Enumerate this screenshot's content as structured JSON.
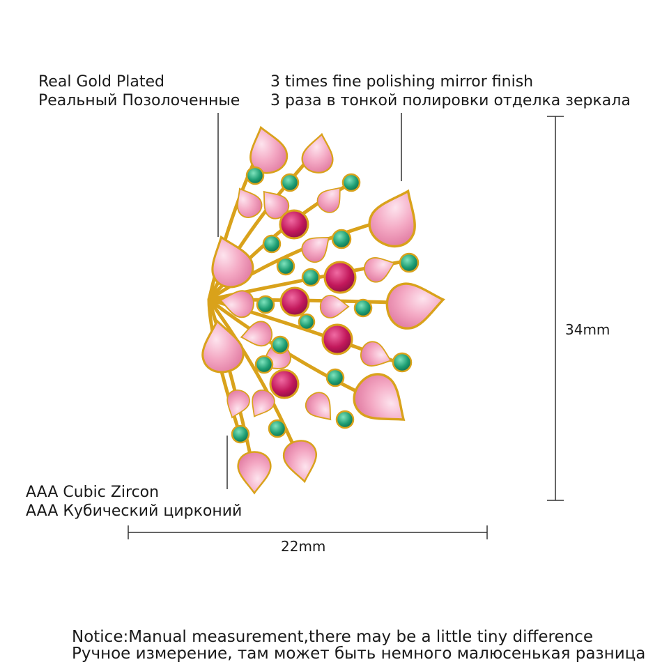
{
  "labels": {
    "gold_en": "Real Gold Plated",
    "gold_ru": "Реальный Позолоченные",
    "polish_en": "3 times fine polishing mirror finish",
    "polish_ru": "3 раза в тонкой полировки отделка зеркала",
    "zircon_en": "AAA Cubic Zircon",
    "zircon_ru": "AAA Кубический цирконий"
  },
  "dimensions": {
    "height": "34mm",
    "width": "22mm"
  },
  "notice": {
    "en": "Notice:Manual measurement,there may be a little tiny difference",
    "ru": "Ручное измерение, там может быть немного малюсенькая разница"
  },
  "colors": {
    "gold": "#d9a21b",
    "pink_stone": "#f4a9c4",
    "magenta_stone": "#c2185b",
    "green_stone": "#1e9e73",
    "line": "#333333"
  }
}
